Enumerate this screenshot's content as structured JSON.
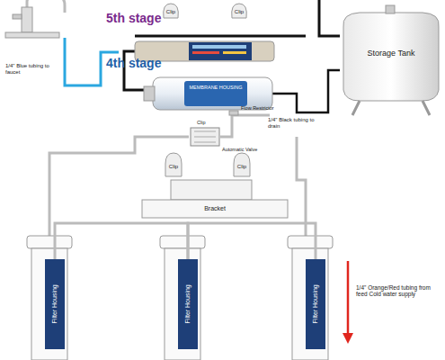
{
  "diagram": {
    "nodes": [
      {
        "text": [
          "Clip"
        ]
      },
      {
        "text": [
          "Clip"
        ]
      },
      {
        "text": [
          "Storage Tank"
        ]
      },
      {
        "text": [
          "MEMBRANE HOUSING"
        ]
      },
      {
        "text": [
          "Clip"
        ]
      },
      {
        "text": [
          "Clip"
        ]
      },
      {
        "text": [
          "Bracket"
        ]
      },
      {
        "text": [
          "Filter Housing"
        ]
      },
      {
        "text": [
          "Filter Housing"
        ]
      },
      {
        "text": [
          "Filter Housing"
        ]
      }
    ],
    "edges": [
      {
        "from": 9,
        "to": 8,
        "arrow": "none"
      },
      {
        "from": 8,
        "to": 7,
        "arrow": "none"
      }
    ],
    "labels": [
      "5th stage",
      "4th stage",
      "1/4\" Blue tubing to faucet",
      "Flow Restrictor",
      "1/4\" Black tubing to drain",
      "Clip",
      "Automatic Valve",
      "1/4\" Orange/Red tubing from feed Cold water supply"
    ]
  }
}
